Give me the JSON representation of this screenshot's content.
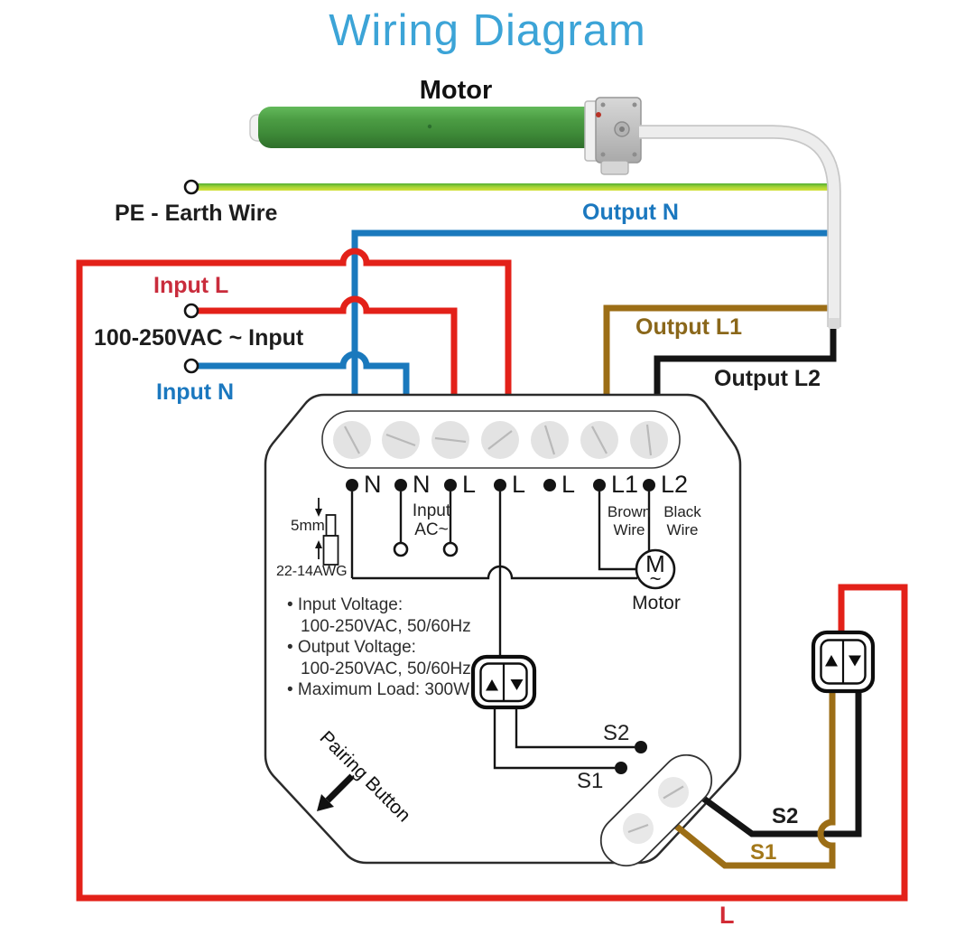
{
  "title": "Wiring Diagram",
  "colors": {
    "title_blue": "#3ca4d7",
    "wire_red": "#e32119",
    "wire_blue": "#1a79bd",
    "wire_brown": "#9c6e16",
    "wire_black": "#141414",
    "earth_green": "#53af33",
    "earth_yellow": "#d5e23a"
  },
  "top": {
    "motor_label": "Motor",
    "pe_earth": "PE - Earth Wire",
    "output_n": "Output N",
    "input_l": "Input L",
    "vac_input": "100-250VAC ~ Input",
    "input_n": "Input N",
    "output_l1": "Output L1",
    "output_l2": "Output L2"
  },
  "module": {
    "terminals": [
      {
        "label": "N"
      },
      {
        "label": "N"
      },
      {
        "label": "L"
      },
      {
        "label": "L"
      },
      {
        "label": "L"
      },
      {
        "label": "L1"
      },
      {
        "label": "L2"
      }
    ],
    "input_ac": [
      "Input",
      "AC~"
    ],
    "brown_wire": [
      "Brown",
      "Wire"
    ],
    "black_wire": [
      "Black",
      "Wire"
    ],
    "strip_length": "5mm",
    "wire_gauge": "22-14AWG",
    "motor_symbol": {
      "letter": "M",
      "sine": "~",
      "label": "Motor"
    },
    "specs": [
      "• Input Voltage:",
      "100-250VAC, 50/60Hz",
      "• Output Voltage:",
      "100-250VAC, 50/60Hz",
      "• Maximum Load: 300W"
    ],
    "pairing_button": "Pairing Button",
    "s2": "S2",
    "s1": "S1"
  },
  "right": {
    "s2": "S2",
    "s1": "S1",
    "l": "L"
  }
}
